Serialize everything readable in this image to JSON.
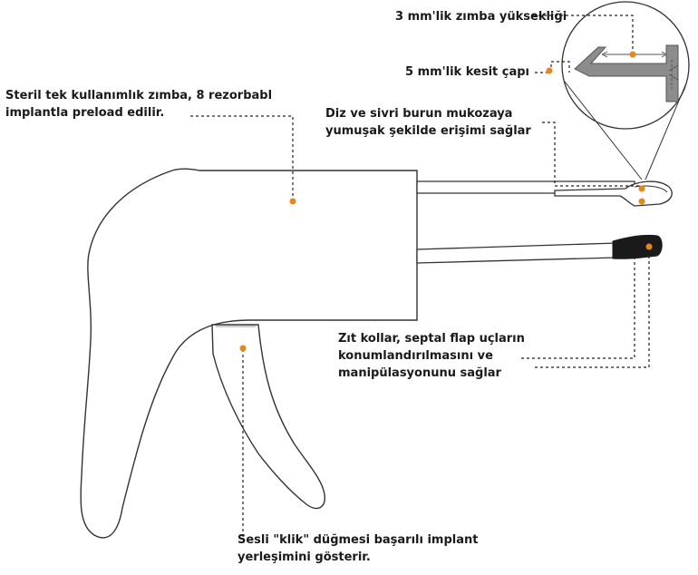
{
  "labels": {
    "height": "3 mm'lik zımba yüksekliği",
    "diameter": "5 mm'lik kesit çapı",
    "stapler_line1": "Steril tek kullanımlık zımba, 8 rezorbabl",
    "stapler_line2": "implantla preload edilir.",
    "access_line1": "Diz ve sivri burun mukozaya",
    "access_line2": "yumuşak şekilde erişimi sağlar",
    "arms_line1": "Zıt kollar, septal flap uçların",
    "arms_line2": "konumlandırılmasını ve",
    "arms_line3": "manipülasyonunu sağlar",
    "click_line1": "Sesli \"klik\" düğmesi başarılı implant",
    "click_line2": "yerleşimini gösterir."
  },
  "colors": {
    "accent": "#e8861a",
    "outline": "#333333",
    "implant": "#8c8c8c",
    "tip": "#1a1a1a"
  }
}
